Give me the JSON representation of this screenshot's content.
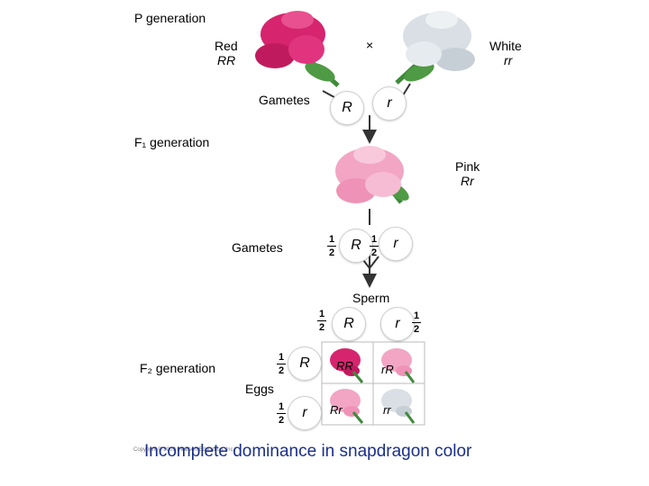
{
  "labels": {
    "p_generation": "P generation",
    "red": "Red",
    "red_genotype": "RR",
    "cross": "×",
    "white": "White",
    "white_genotype": "rr",
    "gametes_p": "Gametes",
    "f1_generation": "F₁ generation",
    "pink": "Pink",
    "pink_genotype": "Rr",
    "gametes_f1": "Gametes",
    "sperm": "Sperm",
    "eggs": "Eggs",
    "f2_generation": "F₂ generation"
  },
  "gametes": {
    "p_left": "R",
    "p_right": "r",
    "f1_left": "R",
    "f1_right": "r",
    "sperm_left": "R",
    "sperm_right": "r",
    "egg_top": "R",
    "egg_bottom": "r"
  },
  "fraction": {
    "num": "1",
    "den": "2"
  },
  "punnett": {
    "rr_top_left": "RR",
    "rr_top_right": "rR",
    "rr_bottom_left": "Rr",
    "rr_bottom_right": "rr"
  },
  "colors": {
    "red_flower": "#d6246e",
    "white_flower": "#d9dfe4",
    "pink_flower": "#f2a6c4",
    "stem": "#3f8a3a",
    "title": "#1a2f8a"
  },
  "footer": {
    "title": "Incomplete dominance in snapdragon color",
    "copyright": "Copyright © 2009 Pearson Education, Inc."
  }
}
